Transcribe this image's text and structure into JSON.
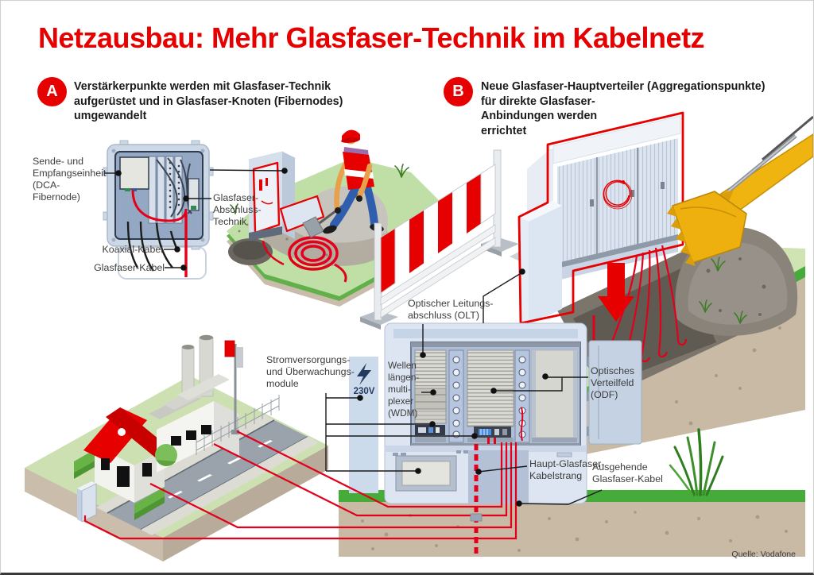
{
  "header": {
    "title": "Netzausbau: Mehr Glasfaser-Technik im Kabelnetz"
  },
  "sections": {
    "a": {
      "badge": "A",
      "text": "Verstärkerpunkte werden mit Glasfaser-Technik\naufgerüstet und in Glasfaser-Knoten (Fibernodes)\numgewandelt"
    },
    "b": {
      "badge": "B",
      "text": "Neue Glasfaser-Hauptverteiler (Aggregationspunkte)\nfür direkte Glasfaser-\nAnbindungen werden\nerrichtet"
    }
  },
  "labels": {
    "sende_empfangseinheit": "Sende- und\nEmpfangseinheit\n(DCA-Fibernode)",
    "glasfaser_abschluss": "Glasfaser-\nAbschluss-\nTechnik",
    "koaxial_kabel": "Koaxial-Kabel",
    "glasfaser_kabel": "Glasfaser-Kabel",
    "olt": "Optischer Leitungs-\nabschluss (OLT)",
    "strom_module": "Stromversorgungs-\nund Überwachungs-\nmodule",
    "voltage": "230V",
    "wdm": "Wellen\nlängen-\nmulti-\nplexer\n(WDM)",
    "odf": "Optisches\nVerteilfeld\n(ODF)",
    "haupt_kabelstrang": "Haupt-Glasfaser-\nKabelstrang",
    "ausgehende_kabel": "Ausgehende\nGlasfaser-Kabel"
  },
  "footer": {
    "source": "Quelle: Vodafone"
  },
  "icons": [
    "lightning-bolt-icon",
    "vodafone-logo-sketch"
  ],
  "colors": {
    "brand_red": "#e60000",
    "cable_red": "#e2001a",
    "cabinet_blue": "#d9e2f0",
    "cabinet_interior_blue": "#aebdd8",
    "rack_gray": "#dbdbd5",
    "grass_light": "#cfe3b3",
    "grass_band": "#45ac39",
    "soil_tan": "#c9baa6",
    "excavator_yellow": "#f0b410",
    "navy": "#233b5e",
    "text_gray": "#3d3d3d"
  }
}
